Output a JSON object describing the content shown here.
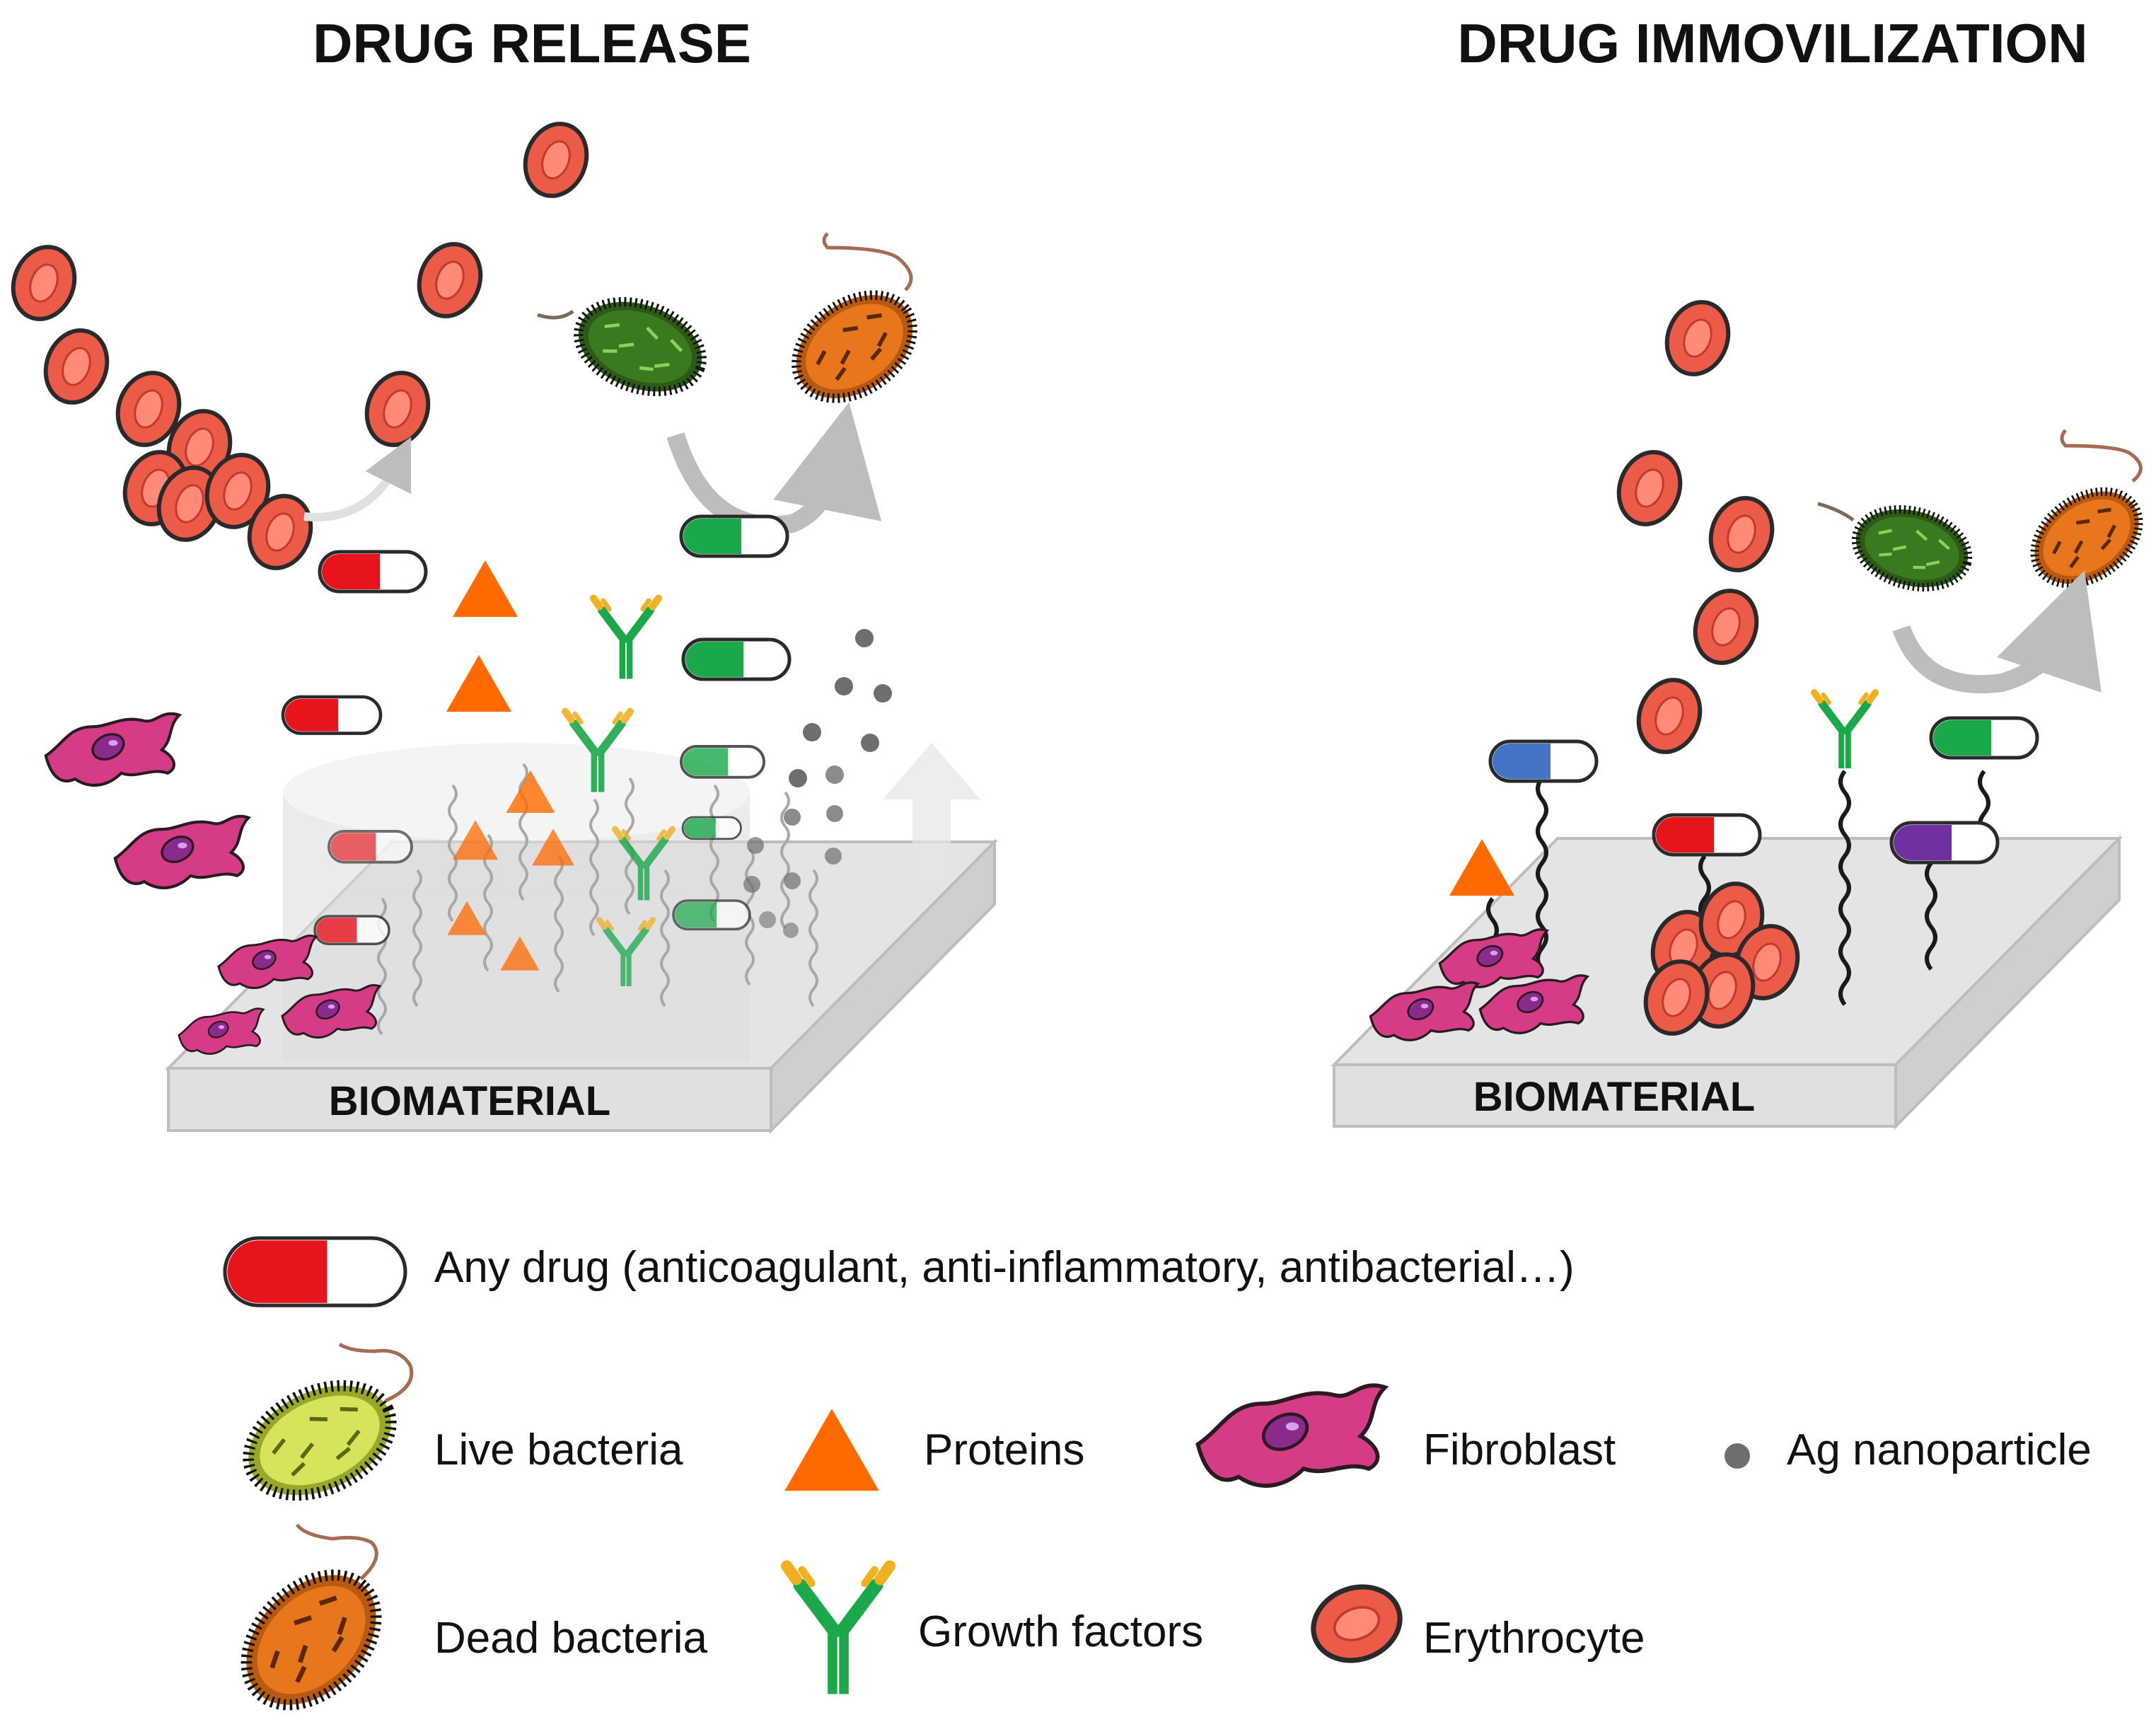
{
  "titles": {
    "release": "DRUG RELEASE",
    "immobilization": "DRUG IMMOVILIZATION"
  },
  "plates": {
    "left_label": "BIOMATERIAL",
    "right_label": "BIOMATERIAL"
  },
  "legend": {
    "drug": "Any drug (anticoagulant, anti-inflammatory, antibacterial…)",
    "live_bacteria": "Live bacteria",
    "proteins": "Proteins",
    "fibroblast": "Fibroblast",
    "ag_nanoparticle": "Ag nanoparticle",
    "dead_bacteria": "Dead bacteria",
    "growth_factors": "Growth factors",
    "erythrocyte": "Erythrocyte"
  },
  "colors": {
    "drug_red": "#e8141c",
    "drug_green": "#1aa84a",
    "drug_blue": "#4472c4",
    "drug_purple": "#7030a0",
    "protein_orange": "#ff6a00",
    "erythrocyte": "#ec5a48",
    "fibroblast": "#d63c86",
    "live_bacteria_green": "#3a7a1e",
    "live_bacteria_legend": "#d7e35a",
    "dead_bacteria": "#e8761c",
    "nanoparticle": "#6e6e6e",
    "plate": "#e4e4e4"
  },
  "icons": [
    "drug-capsule-icon",
    "live-bacteria-icon",
    "dead-bacteria-icon",
    "protein-triangle-icon",
    "growth-factor-icon",
    "fibroblast-icon",
    "ag-nanoparticle-icon",
    "erythrocyte-icon"
  ]
}
